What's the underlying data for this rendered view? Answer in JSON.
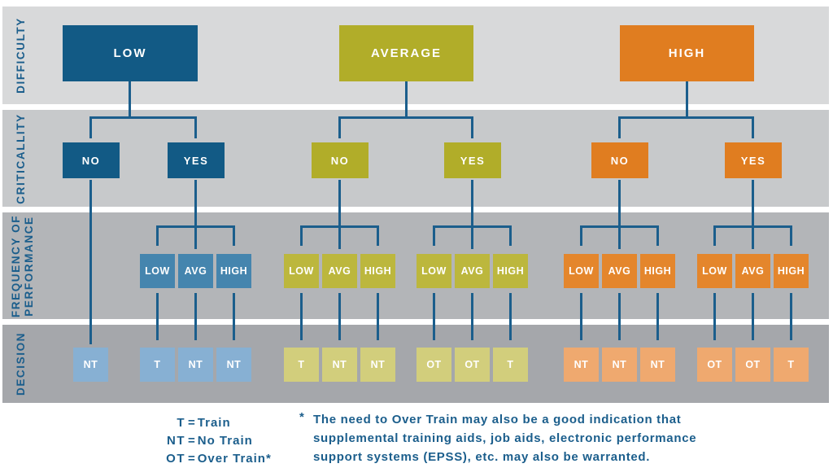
{
  "row_labels": {
    "difficulty": "DIFFICULTY",
    "criticality": "CRITICALLITY",
    "frequency": [
      "FREQUENCY OF",
      "PERFORMANCE"
    ],
    "decision": "DECISION"
  },
  "branches": [
    {
      "difficulty": "LOW",
      "criticality": {
        "no": "NO",
        "yes": "YES"
      },
      "no_frequency": [],
      "yes_frequency": [
        "LOW",
        "AVG",
        "HIGH"
      ],
      "no_decisions": [
        "NT"
      ],
      "yes_decisions": [
        "T",
        "NT",
        "NT"
      ]
    },
    {
      "difficulty": "AVERAGE",
      "criticality": {
        "no": "NO",
        "yes": "YES"
      },
      "no_frequency": [
        "LOW",
        "AVG",
        "HIGH"
      ],
      "yes_frequency": [
        "LOW",
        "AVG",
        "HIGH"
      ],
      "no_decisions": [
        "T",
        "NT",
        "NT"
      ],
      "yes_decisions": [
        "OT",
        "OT",
        "T"
      ]
    },
    {
      "difficulty": "HIGH",
      "criticality": {
        "no": "NO",
        "yes": "YES"
      },
      "no_frequency": [
        "LOW",
        "AVG",
        "HIGH"
      ],
      "yes_frequency": [
        "LOW",
        "AVG",
        "HIGH"
      ],
      "no_decisions": [
        "NT",
        "NT",
        "NT"
      ],
      "yes_decisions": [
        "OT",
        "OT",
        "T"
      ]
    }
  ],
  "legend": [
    {
      "abbr": "T",
      "eq": "=",
      "label": "Train"
    },
    {
      "abbr": "NT",
      "eq": "=",
      "label": "No Train"
    },
    {
      "abbr": "OT",
      "eq": "=",
      "label": "Over Train*"
    }
  ],
  "footnote": {
    "marker": "*",
    "line1": "The need to Over Train may also be a good indication that",
    "line2": "supplemental training aids, job aids, electronic performance",
    "line3": "support systems (EPSS), etc. may also be warranted."
  },
  "colors": {
    "low_primary": "#125a85",
    "low_frequency": "#4585ae",
    "low_decision": "#87b0d3",
    "average_primary": "#b1ad29",
    "average_frequency": "#bcb73d",
    "average_decision": "#d2ce7c",
    "high_primary": "#e07d20",
    "high_frequency": "#e4862c",
    "high_decision": "#efa96f",
    "connector": "#1b5e8c",
    "label_text": "#1b5e8c",
    "band_difficulty": "#d8d9da",
    "band_criticality": "#c7c9cb",
    "band_frequency": "#b3b5b8",
    "band_decision": "#a5a7ab"
  }
}
